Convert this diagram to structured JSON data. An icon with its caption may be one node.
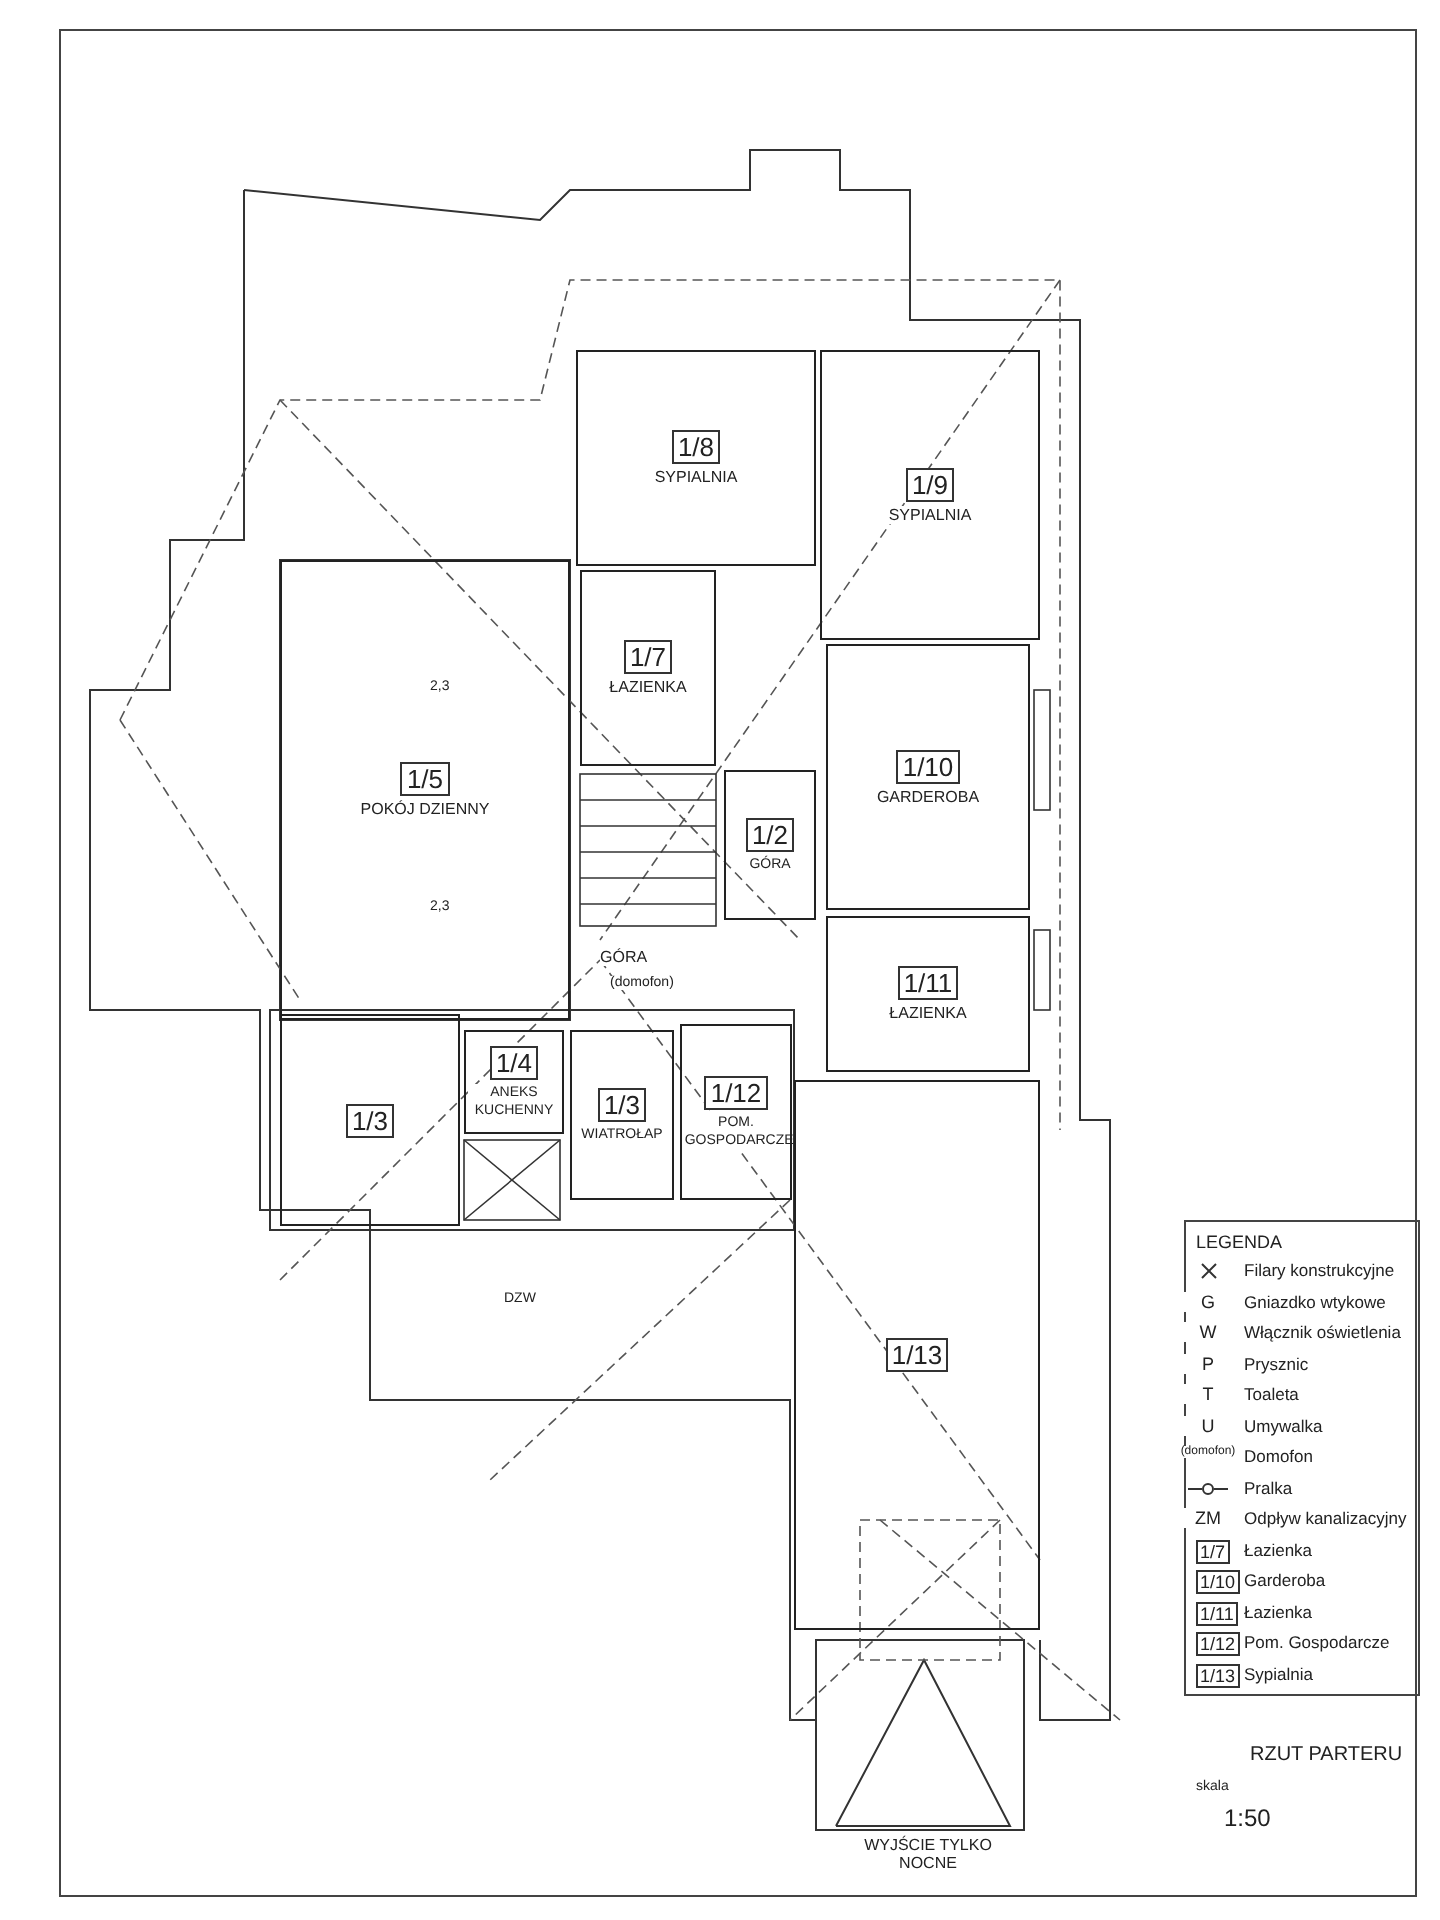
{
  "diagram": {
    "nodes": [
      {
        "text": [
          "1/8",
          "SYPIALNIA"
        ]
      },
      {
        "text": [
          "1/9",
          "SYPIALNIA"
        ]
      },
      {
        "text": [
          "1/7",
          "ŁAZIENKA"
        ]
      },
      {
        "text": [
          "1/5",
          "POKÓJ DZIENNY"
        ]
      },
      {
        "text": [
          "1/10",
          "GARDEROBA"
        ]
      },
      {
        "text": [
          "1/2",
          "GÓRA"
        ]
      },
      {
        "text": [
          "1/11",
          "ŁAZIENKA"
        ]
      },
      {
        "text": [
          "1/3"
        ]
      },
      {
        "text": [
          "1/4",
          "ANEKS KUCHENNY"
        ]
      },
      {
        "text": [
          "1/3",
          "WIATROŁAP"
        ]
      },
      {
        "text": [
          "1/12",
          "POM. GOSPODARCZE"
        ]
      },
      {
        "text": [
          "1/13"
        ]
      }
    ],
    "labels": [
      "2,3",
      "2,3",
      "GÓRA",
      "(domofon)",
      "DZW",
      "WYJŚCIE TYLKO NOCNE",
      "LEGENDA",
      "G",
      "W",
      "P",
      "T",
      "U",
      "(domofon)",
      "ZM",
      "1/7",
      "1/10",
      "1/11",
      "1/12",
      "1/13",
      "RZUT PARTERU",
      "skala",
      "1:50"
    ],
    "legend": [
      {
        "text": "Filary konstrukcyjne"
      },
      {
        "text": "Gniazdko wtykowe"
      },
      {
        "text": "Włącznik oświetlenia"
      },
      {
        "text": "Prysznic"
      },
      {
        "text": "Toaleta"
      },
      {
        "text": "Umywalka"
      },
      {
        "text": "Domofon"
      },
      {
        "text": "Pralka"
      },
      {
        "text": "Odpływ kanalizacyjny"
      },
      {
        "text": "Łazienka"
      },
      {
        "text": "Garderoba"
      },
      {
        "text": "Łazienka"
      },
      {
        "text": "Pom. Gospodarcze"
      },
      {
        "text": "Sypialnia"
      }
    ]
  }
}
